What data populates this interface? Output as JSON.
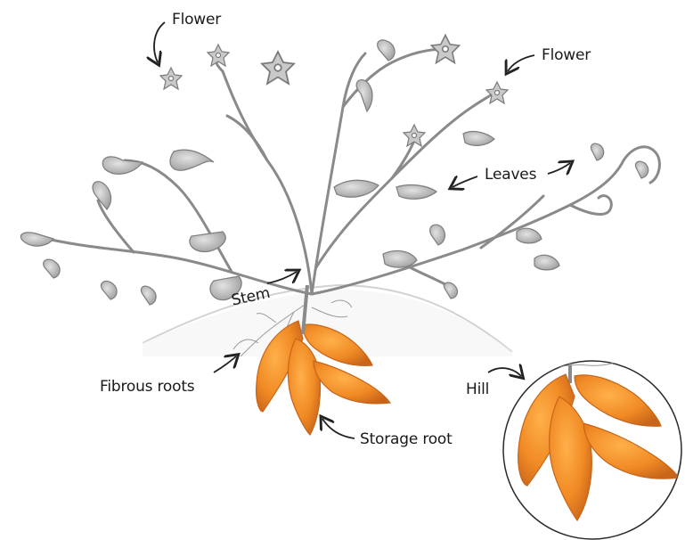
{
  "labels": {
    "flower_left": "Flower",
    "flower_right": "Flower",
    "leaves": "Leaves",
    "stem": "Stem",
    "fibrous_roots": "Fibrous roots",
    "storage_root": "Storage root",
    "hill": "Hill"
  },
  "colors": {
    "stem": "#8a8a8a",
    "leaf": "#b9b9b9",
    "leaf_stroke": "#7d7d7d",
    "flower": "#c9c9c9",
    "root": "#f08a24",
    "root_dark": "#c8651a",
    "soil": "#dcdcdc",
    "arrow": "#222222"
  }
}
